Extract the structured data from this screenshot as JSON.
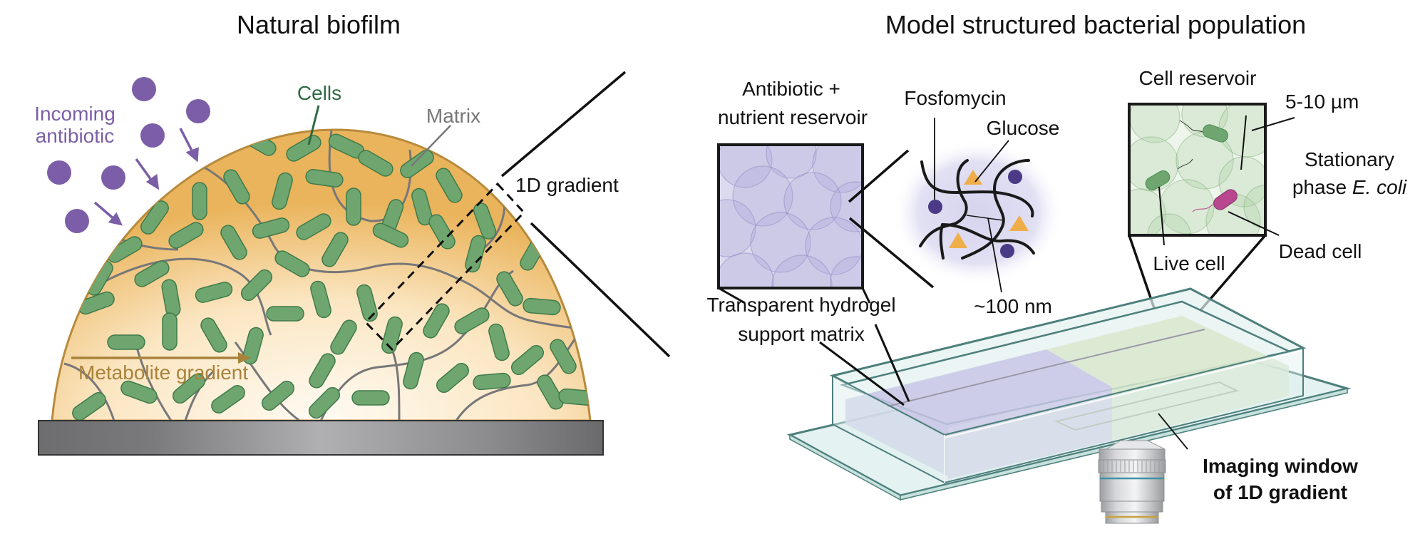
{
  "left_panel": {
    "title": "Natural biofilm",
    "labels": {
      "incoming_antibiotic_1": "Incoming",
      "incoming_antibiotic_2": "antibiotic",
      "cells": "Cells",
      "matrix": "Matrix",
      "gradient_1d": "1D gradient",
      "metabolite_gradient": "Metabolite gradient"
    },
    "colors": {
      "antibiotic": "#7b5ea7",
      "cells": "#6fa66f",
      "cells_label": "#2e6b42",
      "matrix_label": "#777777",
      "metabolite": "#a8823a",
      "biofilm_edge": "#e7b45a",
      "biofilm_center": "#fffaf0"
    }
  },
  "right_panel": {
    "title": "Model structured bacterial population",
    "labels": {
      "reservoir_1": "Antibiotic +",
      "reservoir_2": "nutrient reservoir",
      "fosfomycin": "Fosfomycin",
      "glucose": "Glucose",
      "pore_size": "~100 nm",
      "hydrogel_1": "Transparent hydrogel",
      "hydrogel_2": "support matrix",
      "cell_reservoir": "Cell reservoir",
      "bead_size": "5-10 µm",
      "stationary_1": "Stationary",
      "stationary_2": "phase ",
      "stationary_species": "E. coli",
      "live_cell": "Live cell",
      "dead_cell": "Dead cell",
      "imaging_1": "Imaging window",
      "imaging_2": "of 1D gradient"
    },
    "colors": {
      "antibiotic_reservoir": "#c9c6e6",
      "cell_reservoir": "#dfeeda",
      "glass": "#d9efec",
      "glass_edge": "#4d7f7c",
      "fosfomycin": "#4b3a86",
      "glucose": "#f0ae4a",
      "dead_cell": "#b8478f"
    }
  }
}
